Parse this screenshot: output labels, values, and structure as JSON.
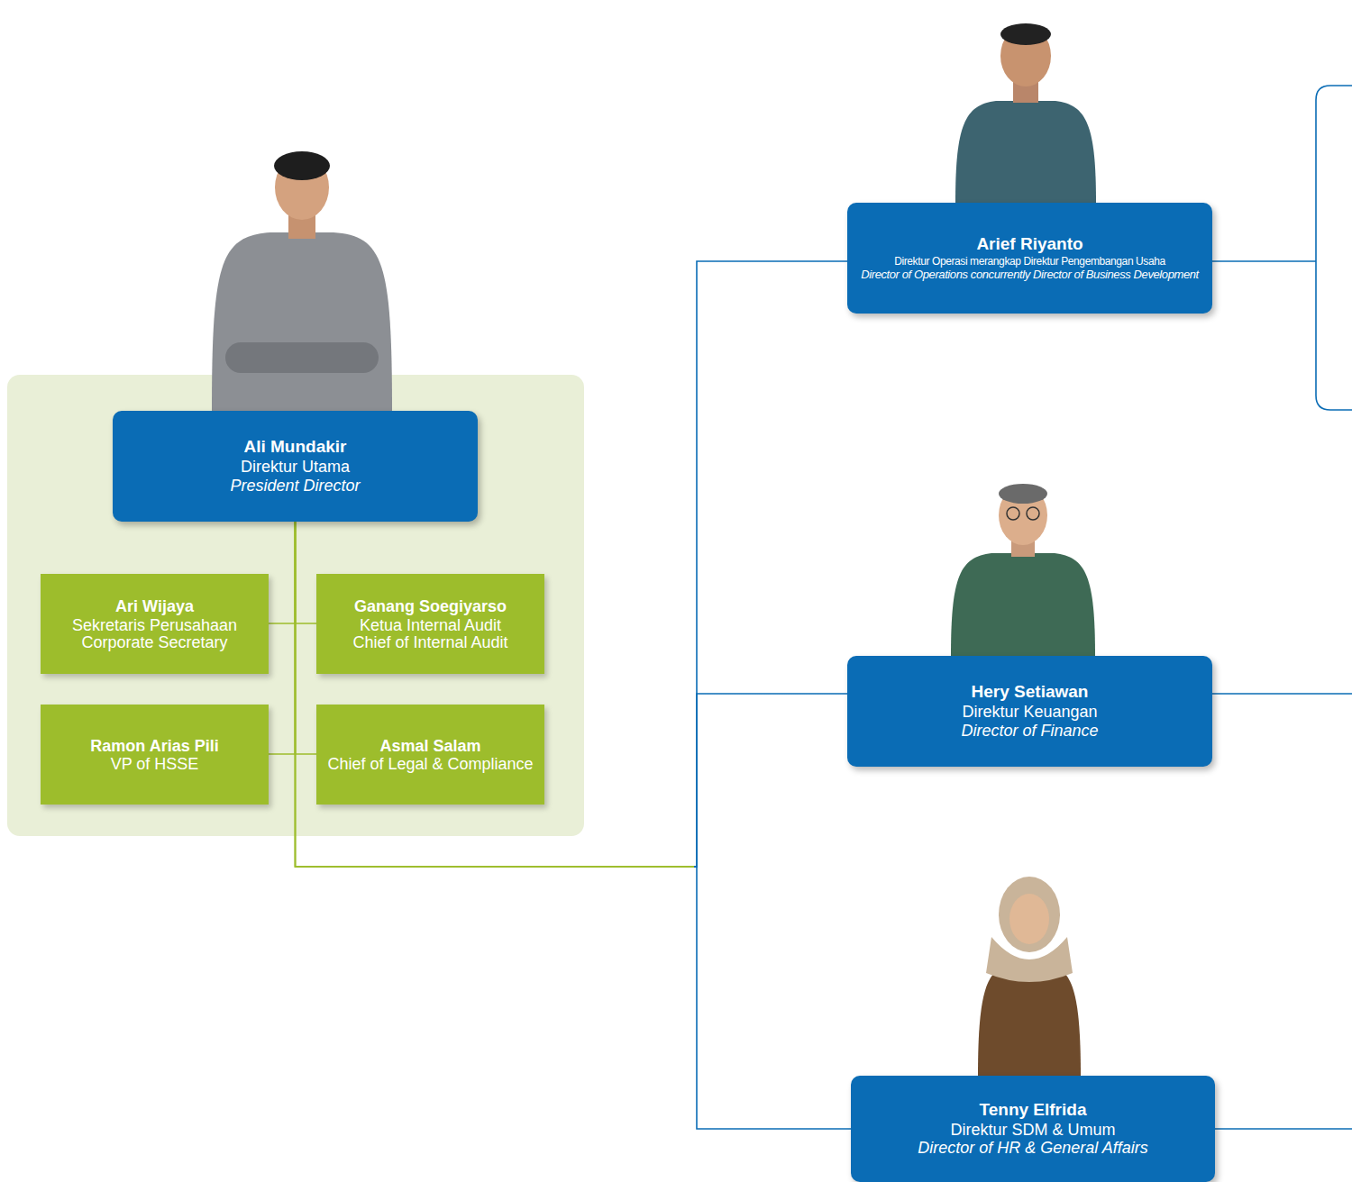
{
  "diagram": {
    "nodes": [
      {
        "text": [
          "Ali Mundakir",
          "Direktur Utama",
          "President Director"
        ]
      },
      {
        "text": [
          "Ari Wijaya",
          "Sekretaris Perusahaan",
          "Corporate Secretary"
        ]
      },
      {
        "text": [
          "Ganang Soegiyarso",
          "Ketua Internal Audit",
          "Chief of Internal Audit"
        ]
      },
      {
        "text": [
          "Ramon Arias Pili",
          "VP of HSSE"
        ]
      },
      {
        "text": [
          "Asmal Salam",
          "Chief of Legal & Compliance"
        ]
      },
      {
        "text": [
          "Arief Riyanto",
          "Direktur Operasi merangkap Direktur Pengembangan Usaha",
          "Director of Operations concurrently Director of Business Development"
        ]
      },
      {
        "text": [
          "Hery Setiawan",
          "Direktur Keuangan",
          "Director of Finance"
        ]
      },
      {
        "text": [
          "Tenny Elfrida",
          "Direktur SDM & Umum",
          "Director of HR & General Affairs"
        ]
      }
    ],
    "edges": [
      {
        "from": 0,
        "to": 1,
        "arrow": "none"
      },
      {
        "from": 0,
        "to": 2,
        "arrow": "none"
      },
      {
        "from": 0,
        "to": 3,
        "arrow": "none"
      },
      {
        "from": 0,
        "to": 4,
        "arrow": "none"
      },
      {
        "from": 0,
        "to": 5,
        "arrow": "none"
      },
      {
        "from": 0,
        "to": 6,
        "arrow": "none"
      },
      {
        "from": 0,
        "to": 7,
        "arrow": "none"
      }
    ]
  }
}
